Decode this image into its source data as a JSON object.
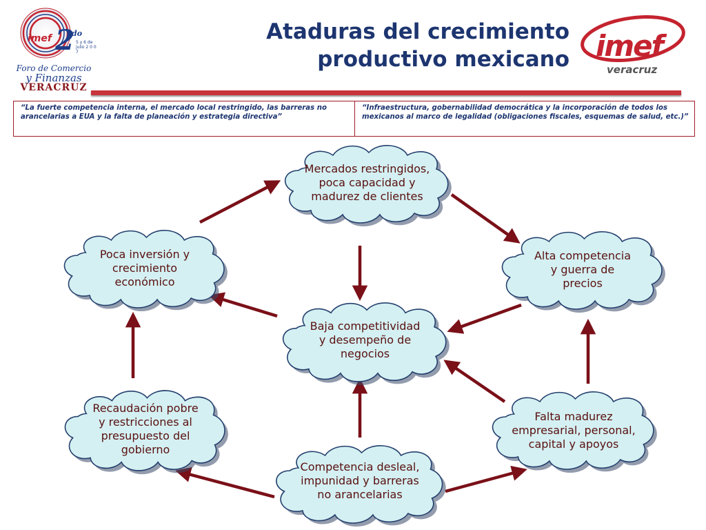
{
  "header": {
    "title_line1": "Ataduras del crecimiento",
    "title_line2": "productivo mexicano"
  },
  "left_logo": {
    "line1": "Foro de Comercio",
    "line2": "y Finanzas",
    "line3": "VERACRUZ",
    "number": "2",
    "superscript": "do",
    "date_text": "5 y 6 de julio 2 0 0 7",
    "brand": "imef"
  },
  "right_logo": {
    "brand": "imef",
    "subtitle": "veracruz"
  },
  "quotes": {
    "left": "“La fuerte competencia interna, el mercado local restringido, las barreras no arancelarias a EUA y la falta de planeación y estrategia directiva”",
    "right": "“Infraestructura, gobernabilidad democrática y la incorporación de todos los mexicanos al marco de legalidad (obligaciones fiscales, esquemas de salud, etc.)”"
  },
  "nodes": {
    "mercados": [
      "Mercados restringidos,",
      "poca capacidad y",
      "madurez de clientes"
    ],
    "inversion": [
      "Poca inversión y",
      "crecimiento",
      "económico"
    ],
    "competencia": [
      "Alta competencia",
      "y guerra de",
      "precios"
    ],
    "baja": [
      "Baja competitividad",
      "y desempeño de",
      "negocios"
    ],
    "recaudacion": [
      "Recaudación pobre",
      "y restricciones al",
      "presupuesto del",
      "gobierno"
    ],
    "falta": [
      "Falta madurez",
      "empresarial, personal,",
      "capital y apoyos"
    ],
    "desleal": [
      "Competencia desleal,",
      "impunidad y barreras",
      "no arancelarias"
    ]
  },
  "colors": {
    "title": "#1d3570",
    "accent": "#c8343c",
    "arrow": "#7a1018",
    "cloud_fill": "#d4f0f2",
    "cloud_stroke": "#24406e",
    "cloud_text": "#5a1010"
  }
}
